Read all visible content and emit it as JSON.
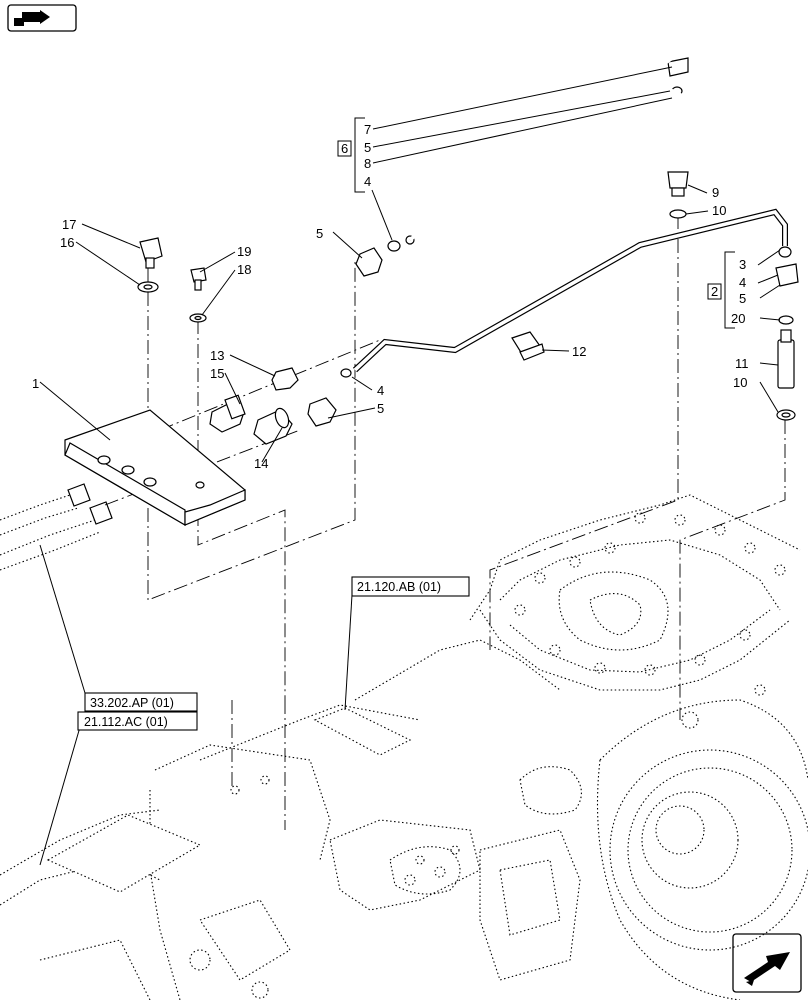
{
  "callouts": {
    "c1": "1",
    "c2": "2",
    "c3": "3",
    "c4a": "4",
    "c4b": "4",
    "c4c": "4",
    "c5a": "5",
    "c5b": "5",
    "c5c": "5",
    "c5d": "5",
    "c6": "6",
    "c7": "7",
    "c8": "8",
    "c9": "9",
    "c10a": "10",
    "c10b": "10",
    "c11": "11",
    "c12": "12",
    "c13": "13",
    "c14": "14",
    "c15": "15",
    "c16": "16",
    "c17": "17",
    "c18": "18",
    "c19": "19",
    "c20": "20"
  },
  "references": {
    "ref_a": "21.120.AB (01)",
    "ref_b": "33.202.AP (01)",
    "ref_c": "21.112.AC (01)"
  },
  "icons": {
    "top_left": "view-orientation-icon",
    "bottom_right": "next-page-arrow-icon"
  }
}
